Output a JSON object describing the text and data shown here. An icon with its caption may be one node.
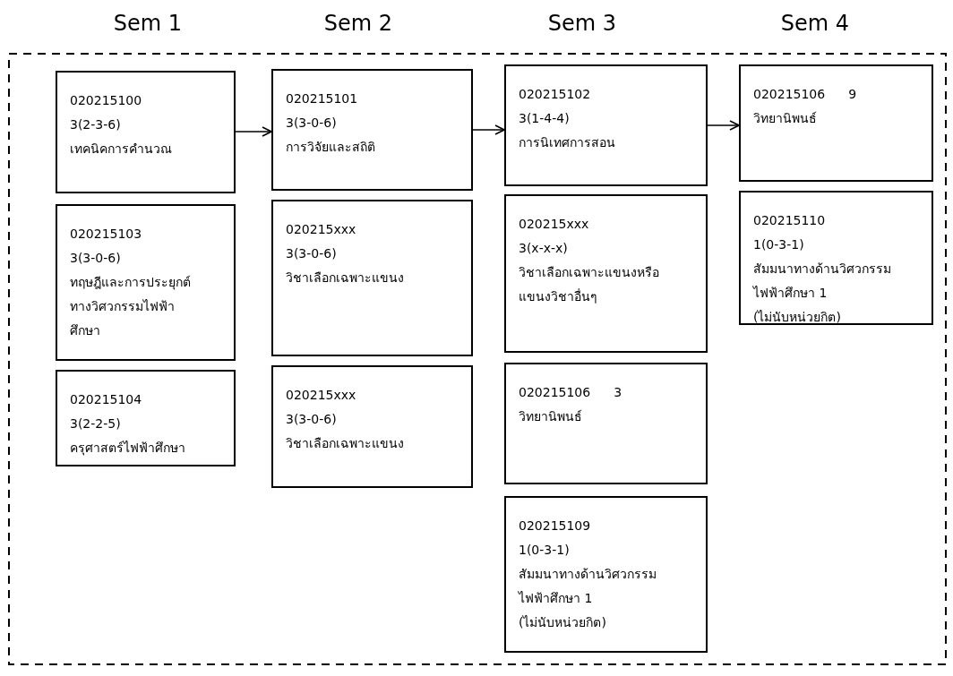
{
  "diagram": {
    "nodes": [
      {
        "text": [
          "020215100",
          "3(2-3-6)",
          "เทคนิคการคำนวณ"
        ]
      },
      {
        "text": [
          "020215103",
          "3(3-0-6)",
          "ทฤษฎีและการประยุกต์ทางวิศวกรรมไฟฟ้าศึกษา"
        ]
      },
      {
        "text": [
          "020215104",
          "3(2-2-5)",
          "ครุศาสตร์ไฟฟ้าศึกษา"
        ]
      },
      {
        "text": [
          "020215101",
          "3(3-0-6)",
          "การวิจัยและสถิติ"
        ]
      },
      {
        "text": [
          "020215xxx",
          "3(3-0-6)",
          "วิชาเลือกเฉพาะแขนง"
        ]
      },
      {
        "text": [
          "020215xxx",
          "3(3-0-6)",
          "วิชาเลือกเฉพาะแขนง"
        ]
      },
      {
        "text": [
          "020215102",
          "3(1-4-4)",
          "การนิเทศการสอน"
        ]
      },
      {
        "text": [
          "020215xxx",
          "3(x-x-x)",
          "วิชาเลือกเฉพาะแขนงหรือแขนงวิชาอื่นๆ"
        ]
      },
      {
        "text": [
          "020215106",
          "3",
          "วิทยานิพนธ์"
        ]
      },
      {
        "text": [
          "020215109",
          "1(0-3-1)",
          "สัมมนาทางด้านวิศวกรรมไฟฟ้าศึกษา 1",
          "(ไม่นับหน่วยกิต)"
        ]
      },
      {
        "text": [
          "020215106",
          "9",
          "วิทยานิพนธ์"
        ]
      },
      {
        "text": [
          "020215110",
          "1(0-3-1)",
          "สัมมนาทางด้านวิศวกรรมไฟฟ้าศึกษา 1",
          "(ไม่นับหน่วยกิต)"
        ]
      }
    ],
    "edges": [
      {
        "from": 0,
        "to": 3,
        "arrow": "to"
      },
      {
        "from": 3,
        "to": 6,
        "arrow": "to"
      },
      {
        "from": 6,
        "to": 10,
        "arrow": "to"
      }
    ],
    "labels": [
      "Sem 1",
      "Sem 2",
      "Sem 3",
      "Sem 4"
    ]
  }
}
